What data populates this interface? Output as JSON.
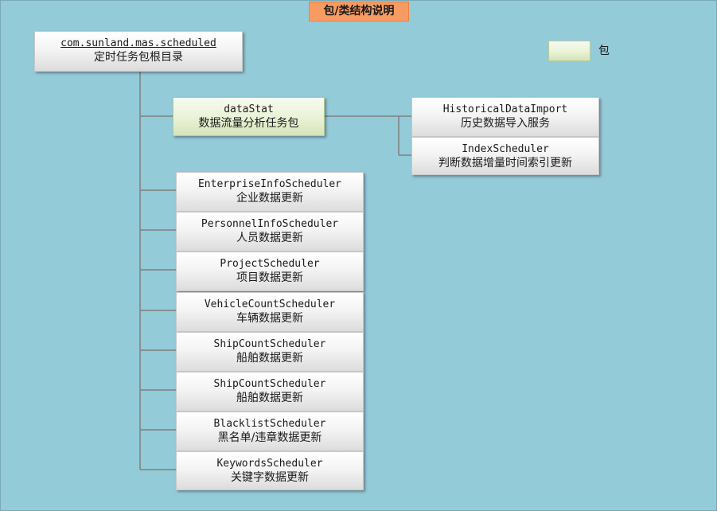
{
  "title": "包/类结构说明",
  "legend": {
    "label": "包"
  },
  "root": {
    "code": "com.sunland.mas.scheduled",
    "desc": "定时任务包根目录"
  },
  "package": {
    "code": "dataStat",
    "desc": "数据流量分析任务包"
  },
  "package_children": [
    {
      "code": "HistoricalDataImport",
      "desc": "历史数据导入服务"
    },
    {
      "code": "IndexScheduler",
      "desc": "判断数据增量时间索引更新"
    }
  ],
  "classes": [
    {
      "code": "EnterpriseInfoScheduler",
      "desc": "企业数据更新"
    },
    {
      "code": "PersonnelInfoScheduler",
      "desc": "人员数据更新"
    },
    {
      "code": "ProjectScheduler",
      "desc": "项目数据更新"
    },
    {
      "code": "VehicleCountScheduler",
      "desc": "车辆数据更新"
    },
    {
      "code": "ShipCountScheduler",
      "desc": "船舶数据更新"
    },
    {
      "code": "ShipCountScheduler",
      "desc": "船舶数据更新"
    },
    {
      "code": "BlacklistScheduler",
      "desc": "黑名单/违章数据更新"
    },
    {
      "code": "KeywordsScheduler",
      "desc": "关键字数据更新"
    }
  ],
  "colors": {
    "background": "#94cbd9",
    "title_fill": "#f79b62",
    "package_fill": "#e9f2d6",
    "class_fill": "#f0f0f0",
    "connector": "#7f7f7f"
  }
}
